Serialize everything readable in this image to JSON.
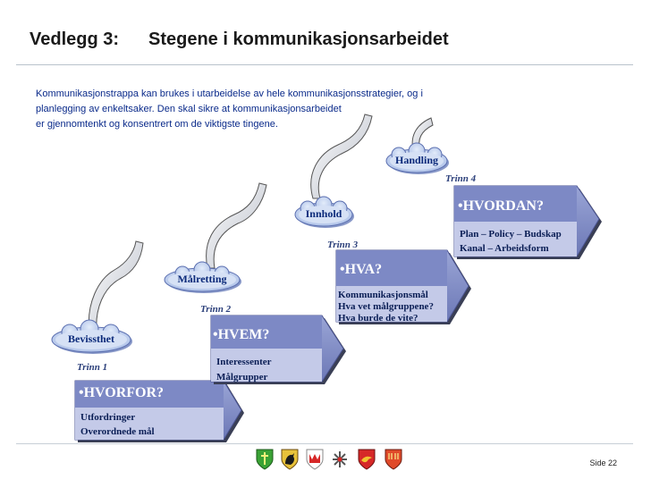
{
  "header": {
    "left": "Vedlegg 3:",
    "right": "Stegene i kommunikasjonsarbeidet"
  },
  "intro": [
    "Kommunikasjonstrappa kan brukes i  utarbeidelse av hele kommunikasjonsstrategier, og i",
    "planlegging av  enkeltsaker. Den skal sikre at kommunikasjonsarbeidet",
    "er gjennomtenkt og konsentrert om de viktigste tingene."
  ],
  "clouds": [
    "Bevissthet",
    "Målretting",
    "Innhold",
    "Handling"
  ],
  "steps": [
    {
      "trinn": "Trinn 1",
      "heading": "•HVORFOR?",
      "lines": [
        "Utfordringer",
        "Overordnede mål"
      ]
    },
    {
      "trinn": "Trinn 2",
      "heading": "•HVEM?",
      "lines": [
        "Interessenter",
        "Målgrupper"
      ]
    },
    {
      "trinn": "Trinn 3",
      "heading": "•HVA?",
      "lines": [
        "Kommunikasjonsmål",
        "Hva vet målgruppene?",
        "Hva burde de vite?"
      ]
    },
    {
      "trinn": "Trinn 4",
      "heading": "•HVORDAN?",
      "lines": [
        "Plan – Policy – Budskap",
        "Kanal – Arbeidsform"
      ]
    }
  ],
  "footer": {
    "page": "Side 22"
  },
  "logos": [
    "green-shield-icon",
    "rooster-shield-icon",
    "red-crown-shield-icon",
    "snowflake-icon",
    "bird-shield-icon",
    "red-pattern-shield-icon"
  ],
  "colors": {
    "arrow_fill": "#7f8bc4",
    "arrow_light": "#c7cdea",
    "cloud_fill": "#c6d6f0",
    "text_blue": "#0a2a8a"
  }
}
